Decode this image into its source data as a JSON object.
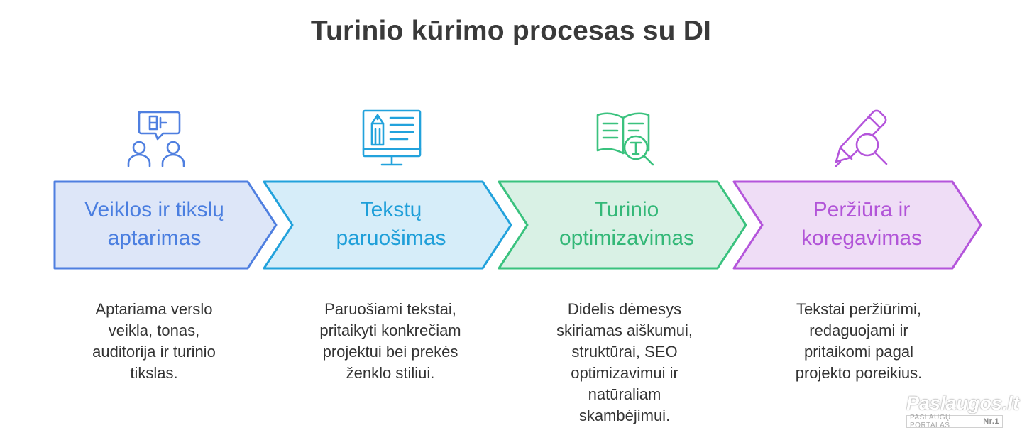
{
  "title": "Turinio kūrimo procesas su DI",
  "steps": [
    {
      "label_lines": [
        "Veiklos ir tikslų",
        "aptarimas"
      ],
      "description_lines": [
        "Aptariama verslo",
        "veikla, tonas,",
        "auditorija ir turinio",
        "tikslas."
      ],
      "icon": "discussion-people-icon",
      "fill": "#dde6f8",
      "stroke": "#4f7fe0",
      "text_color": "#4a7ee0"
    },
    {
      "label_lines": [
        "Tekstų",
        "paruošimas"
      ],
      "description_lines": [
        "Paruošiami tekstai,",
        "pritaikyti konkrečiam",
        "projektui bei prekės",
        "ženklo stiliui."
      ],
      "icon": "monitor-document-icon",
      "fill": "#d6edf9",
      "stroke": "#22a2dc",
      "text_color": "#1f9fd9"
    },
    {
      "label_lines": [
        "Turinio",
        "optimizavimas"
      ],
      "description_lines": [
        "Didelis dėmesys",
        "skiriamas aiškumui,",
        "struktūrai, SEO",
        "optimizavimui ir",
        "natūraliam",
        "skambėjimui."
      ],
      "icon": "book-search-icon",
      "fill": "#d9f1e5",
      "stroke": "#3ac27e",
      "text_color": "#34b878"
    },
    {
      "label_lines": [
        "Peržiūra ir",
        "koregavimas"
      ],
      "description_lines": [
        "Tekstai peržiūrimi,",
        "redaguojami ir",
        "pritaikomi pagal",
        "projekto poreikius."
      ],
      "icon": "pencil-magnifier-icon",
      "fill": "#efddf6",
      "stroke": "#b455db",
      "text_color": "#b255d8"
    }
  ],
  "watermark": {
    "logo": "Paslaugos.lt",
    "subtitle": "PASLAUGŲ PORTALAS",
    "badge": "Nr.1"
  }
}
